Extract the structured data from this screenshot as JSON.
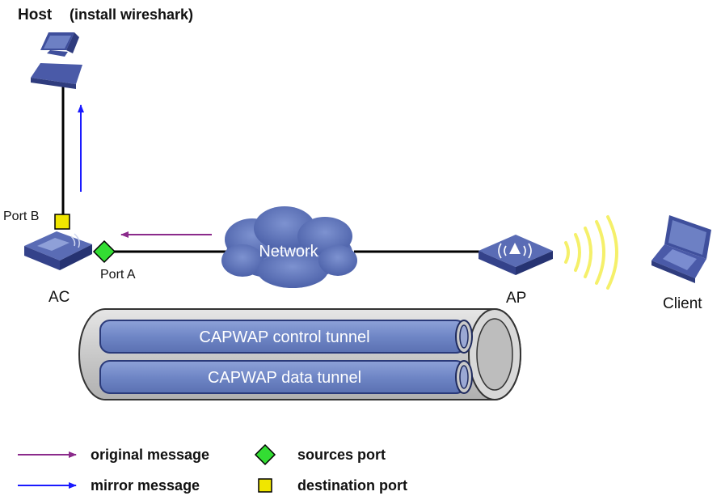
{
  "host": {
    "title": "Host",
    "note": "(install wireshark)"
  },
  "devices": {
    "ac": "AC",
    "ap": "AP",
    "client": "Client"
  },
  "ports": {
    "a": "Port A",
    "b": "Port B"
  },
  "network": "Network",
  "tunnels": {
    "control": "CAPWAP control tunnel",
    "data": "CAPWAP data tunnel"
  },
  "legend": {
    "original": "original message",
    "mirror": "mirror message",
    "source": "sources port",
    "destination": "destination port"
  },
  "colors": {
    "original_arrow": "#8b2a8b",
    "mirror_arrow": "#1a1aff",
    "source_port": "#33dd33",
    "destination_port": "#f0e600",
    "device_blue": "#3f4f9c",
    "tunnel_blue": "#6f86c6",
    "pipe_gray": "#c8c8c8"
  }
}
